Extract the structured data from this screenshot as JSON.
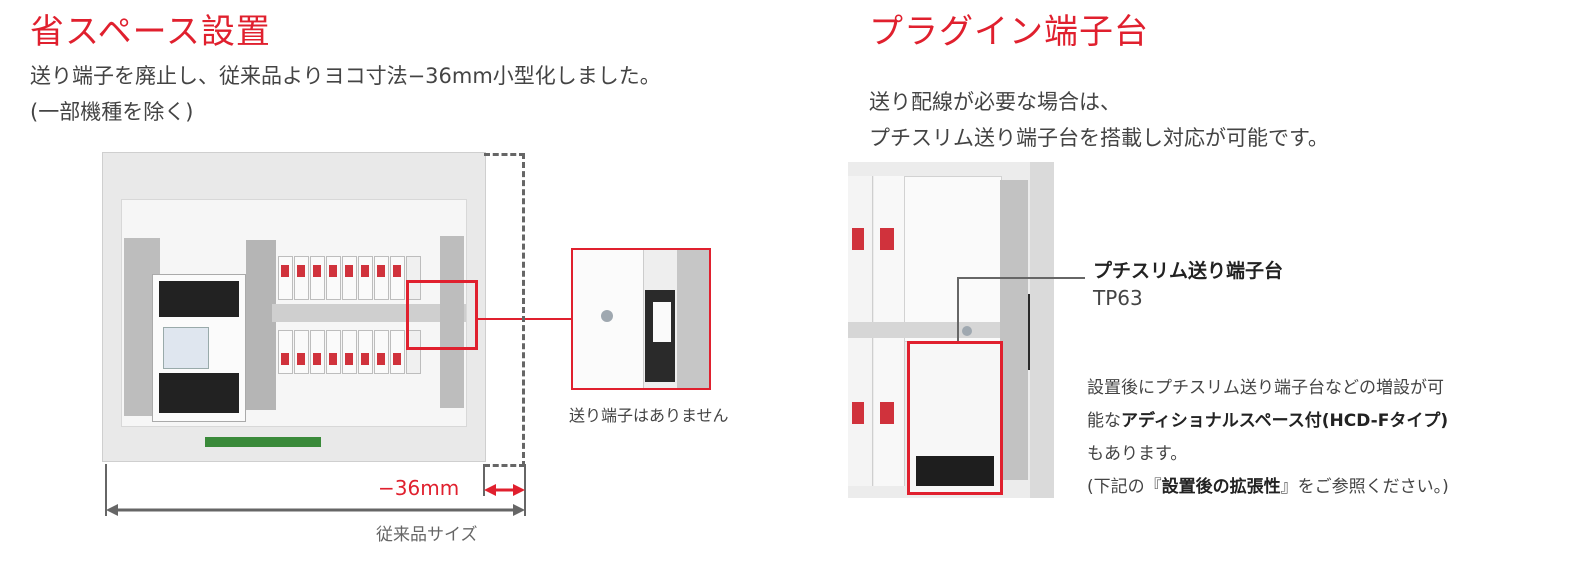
{
  "left": {
    "title": "省スペース設置",
    "desc_line1": "送り端子を廃止し、従来品よりヨコ寸法−36mm小型化しました。",
    "desc_line2": "(一部機種を除く)",
    "zoom_caption": "送り端子はありません",
    "reduction_label": "−36mm",
    "conventional_size_label": "従来品サイズ"
  },
  "right": {
    "title": "プラグイン端子台",
    "desc_line1": "送り配線が必要な場合は、",
    "desc_line2": "プチスリム送り端子台を搭載し対応が可能です。",
    "product_name": "プチスリム送り端子台",
    "product_model": "TP63",
    "note_line1": "設置後にプチスリム送り端子台などの増設が可",
    "note_line2_pre": "能な",
    "note_line2_bold": "アディショナルスペース付(HCD-Fタイプ)",
    "note_line3": "もあります。",
    "note_line4_pre": "(下記の『",
    "note_line4_bold": "設置後の拡張性",
    "note_line4_post": "』をご参照ください。)"
  },
  "colors": {
    "accent": "#e0202e",
    "text": "#444444",
    "breaker_red": "#d0323c",
    "terminal_green": "#3a8a3a"
  }
}
